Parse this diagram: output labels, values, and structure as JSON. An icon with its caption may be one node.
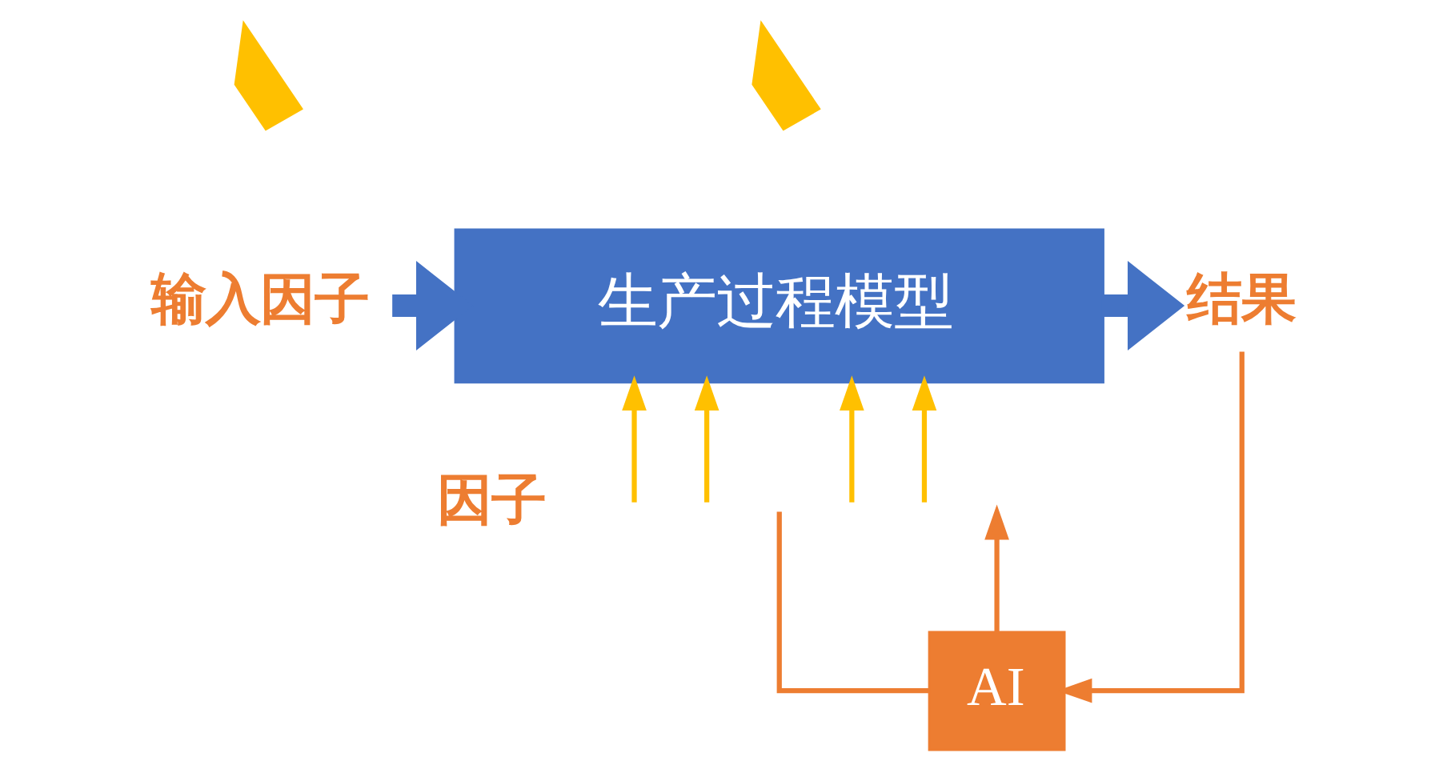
{
  "diagram": {
    "nodes": [
      {
        "text": [
          "输入因子"
        ]
      },
      {
        "text": [
          "生产过程模型"
        ]
      },
      {
        "text": [
          "结果"
        ]
      },
      {
        "text": [
          "AI"
        ]
      },
      {
        "text": [],
        "shape": "lightning"
      },
      {
        "text": [],
        "shape": "lightning"
      }
    ],
    "edges": [
      {
        "from": 0,
        "to": 1,
        "arrow": "to",
        "style": "thick",
        "color": "#4472c4"
      },
      {
        "from": 1,
        "to": 2,
        "arrow": "to",
        "style": "thick",
        "color": "#4472c4"
      },
      {
        "from": null,
        "to": 1,
        "arrow": "to"
      },
      {
        "from": null,
        "to": 1,
        "arrow": "to"
      },
      {
        "from": null,
        "to": 1,
        "arrow": "to"
      },
      {
        "from": null,
        "to": 1,
        "arrow": "to"
      },
      {
        "from": null,
        "to": 3,
        "arrow": "none",
        "color": "#ed7d31"
      },
      {
        "from": 3,
        "to": null,
        "arrow": "to",
        "color": "#ed7d31"
      },
      {
        "from": 2,
        "to": 3,
        "arrow": "to",
        "color": "#ed7d31"
      }
    ],
    "labels": [
      "因子"
    ]
  }
}
